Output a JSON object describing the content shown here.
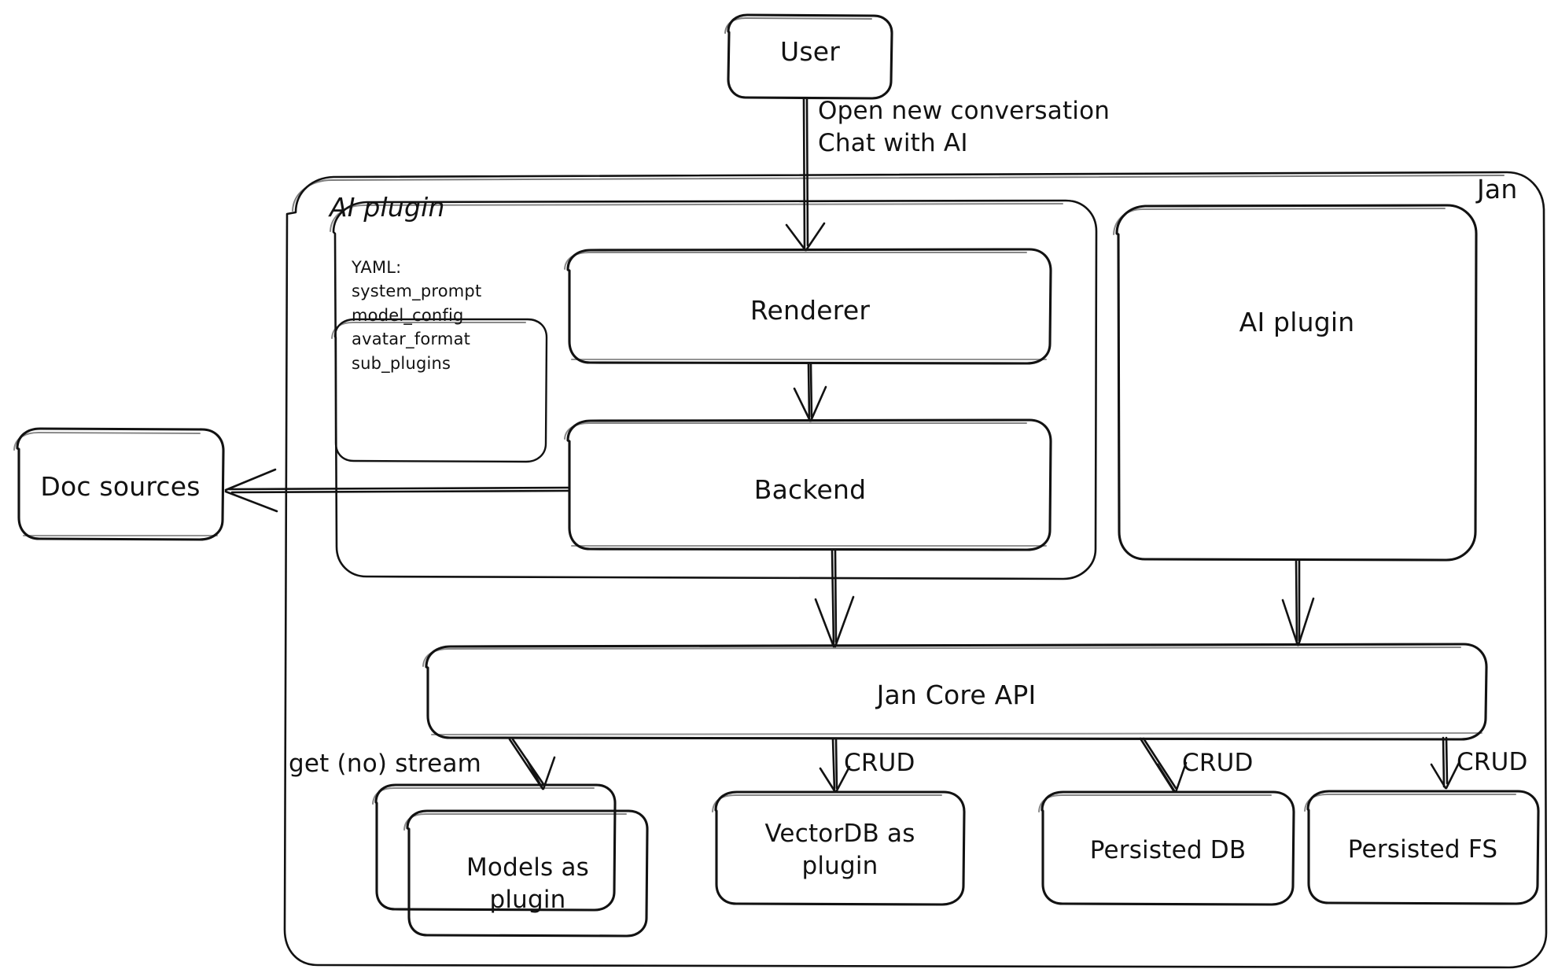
{
  "diagram": {
    "title": "Jan architecture sketch",
    "style": "hand-drawn",
    "stroke_color": "#121212",
    "background_color": "#ffffff"
  },
  "nodes": {
    "user": {
      "label": "User"
    },
    "jan_container": {
      "label": "Jan"
    },
    "ai_plugin_group": {
      "label": "AI plugin"
    },
    "yaml_note": {
      "title": "YAML:",
      "lines": [
        "system_prompt",
        "model_config",
        "avatar_format",
        "sub_plugins"
      ],
      "text": "YAML:\nsystem_prompt\nmodel_config\navatar_format\nsub_plugins"
    },
    "renderer": {
      "label": "Renderer"
    },
    "backend": {
      "label": "Backend"
    },
    "ai_plugin_right": {
      "label": "AI plugin"
    },
    "doc_sources": {
      "label": "Doc sources"
    },
    "jan_core_api": {
      "label": "Jan Core API"
    },
    "models_as_plugin": {
      "label": "Models as\nplugin"
    },
    "vectordb_as_plugin": {
      "label": "VectorDB as\nplugin"
    },
    "persisted_db": {
      "label": "Persisted DB"
    },
    "persisted_fs": {
      "label": "Persisted FS"
    }
  },
  "edges": [
    {
      "id": "user-to-renderer",
      "from": "user",
      "to": "renderer",
      "label": "Open new conversation\nChat with AI"
    },
    {
      "id": "renderer-to-backend",
      "from": "renderer",
      "to": "backend",
      "label": ""
    },
    {
      "id": "backend-to-doc-sources",
      "from": "backend",
      "to": "doc_sources",
      "label": ""
    },
    {
      "id": "backend-to-jan-core-api",
      "from": "backend",
      "to": "jan_core_api",
      "label": ""
    },
    {
      "id": "ai-plugin-to-jan-core-api",
      "from": "ai_plugin_right",
      "to": "jan_core_api",
      "label": ""
    },
    {
      "id": "api-to-models",
      "from": "jan_core_api",
      "to": "models_as_plugin",
      "label": "get (no) stream"
    },
    {
      "id": "api-to-vectordb",
      "from": "jan_core_api",
      "to": "vectordb_as_plugin",
      "label": "CRUD"
    },
    {
      "id": "api-to-persisted-db",
      "from": "jan_core_api",
      "to": "persisted_db",
      "label": "CRUD"
    },
    {
      "id": "api-to-persisted-fs",
      "from": "jan_core_api",
      "to": "persisted_fs",
      "label": "CRUD"
    }
  ],
  "edge_labels": {
    "user_flow_line1": "Open new conversation",
    "user_flow_line2": "Chat with AI",
    "get_no_stream": "get (no) stream",
    "crud_vectordb": "CRUD",
    "crud_persisted_db": "CRUD",
    "crud_persisted_fs": "CRUD"
  }
}
